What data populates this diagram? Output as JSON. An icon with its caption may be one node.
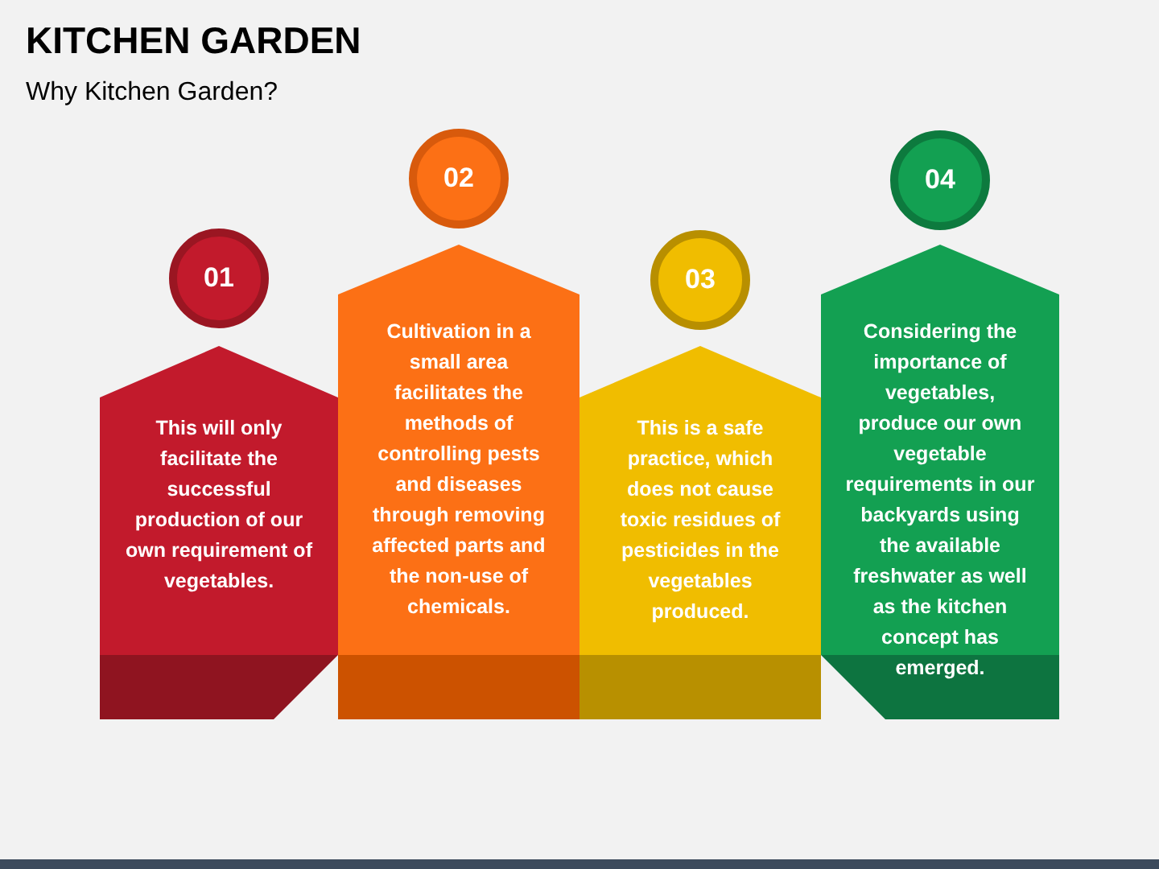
{
  "diagram": {
    "title": "KITCHEN GARDEN",
    "nodes": [
      {
        "text": [
          "01",
          "This will only facilitate the successful production of our own requirement of vegetables."
        ]
      },
      {
        "text": [
          "02",
          "Cultivation in a small area facilitates the methods of controlling pests and diseases through removing affected parts and the non-use of chemicals."
        ]
      },
      {
        "text": [
          "03",
          "This is a safe practice, which does not cause toxic residues of pesticides in the vegetables produced."
        ]
      },
      {
        "text": [
          "04",
          "Considering the importance of vegetables, produce our own vegetable requirements in our backyards using the available freshwater as well as the kitchen concept has emerged."
        ]
      }
    ],
    "labels": [
      "Why Kitchen Garden?"
    ]
  }
}
